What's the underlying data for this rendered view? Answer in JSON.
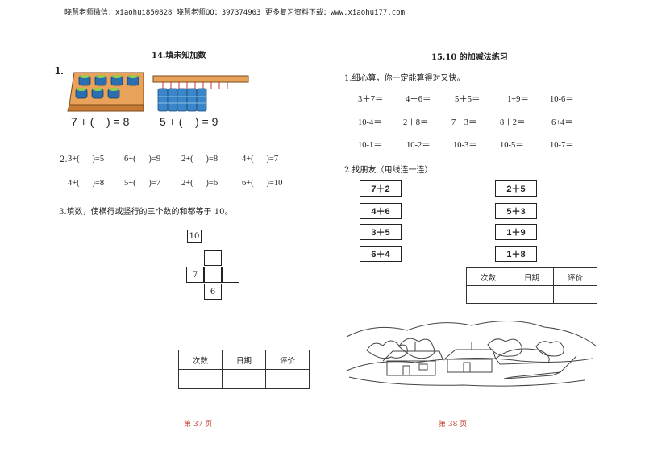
{
  "header": {
    "text": "晓慧老师微信：xiaohui850828 晓慧老师QQ：397374903 更多复习资料下载：www.xiaohui77.com"
  },
  "left": {
    "title": "14.填未知加数",
    "q1_label": "1.",
    "q1_eq_a": "7 + (    ) = 8",
    "q1_eq_b": "5 + (    ) = 9",
    "q2_label": "2.",
    "q2_row1": [
      "3+(      )=5",
      "6+(      )=9",
      "2+(      )=8",
      "4+(      )=7"
    ],
    "q2_row2": [
      "4+(      )=8",
      "5+(      )=7",
      "2+(      )=6",
      "6+(      )=10"
    ],
    "q3_text": "3.填数，使横行或竖行的三个数的和都等于 10。",
    "q3_top_number": "10",
    "q3_left_number": "7",
    "q3_bottom_number": "6",
    "record_headers": [
      "次数",
      "日期",
      "评价"
    ],
    "page_number": "第 37 页"
  },
  "right": {
    "title": "15.10 的加减法练习",
    "q1_text": "1.细心算，你一定能算得对又快。",
    "rows": [
      [
        "3＋7＝",
        "4＋6＝",
        "5＋5＝",
        "1+9＝",
        "10-6＝"
      ],
      [
        "10-4＝",
        "2＋8＝",
        "7＋3＝",
        "8＋2＝",
        "6+4＝"
      ],
      [
        "10-1＝",
        "10-2＝",
        "10-3＝",
        "10-5＝",
        "10-7＝"
      ]
    ],
    "q2_text": "2.找朋友（用线连一连）",
    "left_boxes": [
      "7＋2",
      "4＋6",
      "3＋5",
      "6＋4"
    ],
    "right_boxes": [
      "2＋5",
      "5＋3",
      "1＋9",
      "1＋8"
    ],
    "record_headers": [
      "次数",
      "日期",
      "评价"
    ],
    "page_number": "第 38 页"
  }
}
